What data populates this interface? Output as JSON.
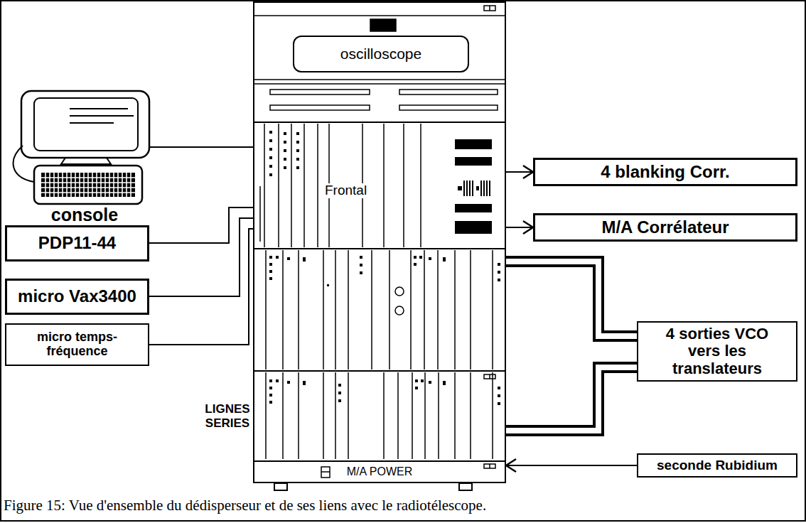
{
  "diagram": {
    "caption": "Figure 15: Vue d'ensemble du dédisperseur et de ses liens avec le radiotélescope.",
    "nodes": [
      {
        "text": [
          "Frontal"
        ]
      },
      {
        "text": [
          "oscilloscope"
        ],
        "in": 0
      },
      {
        "text": [
          "M/A POWER"
        ],
        "in": 0
      },
      {
        "text": [
          "console"
        ]
      },
      {
        "text": [
          "PDP11-44"
        ]
      },
      {
        "text": [
          "micro Vax3400"
        ]
      },
      {
        "text": [
          "micro temps-fréquence"
        ]
      },
      {
        "text": [
          "4 blanking Corr."
        ]
      },
      {
        "text": [
          "M/A Corrélateur"
        ]
      },
      {
        "text": [
          "4 sorties VCO vers les translateurs"
        ]
      },
      {
        "text": [
          "seconde Rubidium"
        ]
      }
    ],
    "edges": [
      {
        "from": 3,
        "to": 0,
        "arrow": "none"
      },
      {
        "from": 4,
        "to": 0,
        "arrow": "none"
      },
      {
        "from": 5,
        "to": 0,
        "arrow": "none"
      },
      {
        "from": 6,
        "to": 0,
        "arrow": "none"
      },
      {
        "from": 0,
        "to": 7,
        "arrow": "to"
      },
      {
        "from": 0,
        "to": 8,
        "arrow": "to"
      },
      {
        "from": 0,
        "to": 9,
        "arrow": "none"
      },
      {
        "from": 0,
        "to": 9,
        "arrow": "none"
      },
      {
        "from": 0,
        "to": 9,
        "arrow": "none"
      },
      {
        "from": 0,
        "to": 9,
        "arrow": "none"
      },
      {
        "from": 10,
        "to": 0,
        "arrow": "to"
      }
    ],
    "labels": [
      "LIGNES SERIES"
    ]
  }
}
